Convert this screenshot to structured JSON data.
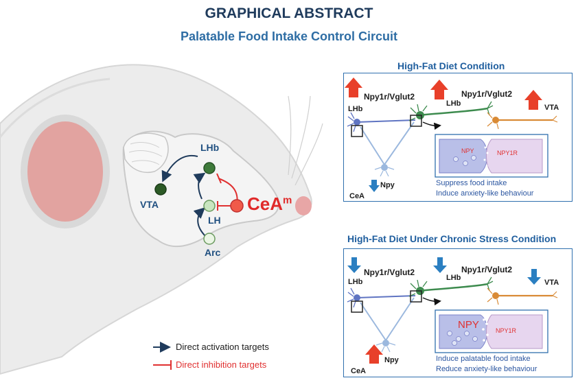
{
  "header": {
    "title": "GRAPHICAL ABSTRACT",
    "subtitle": "Palatable Food Intake Control Circuit"
  },
  "brain": {
    "labels": {
      "lhb": "LHb",
      "vta": "VTA",
      "lh": "LH",
      "arc": "Arc",
      "cea": "CeA",
      "cea_sup": "m"
    }
  },
  "legend": {
    "activation": "Direct activation targets",
    "inhibition": "Direct inhibition targets"
  },
  "panel_top": {
    "title": "High-Fat Diet Condition",
    "npy1r_left": "Npy1r/Vglut2",
    "npy1r_right": "Npy1r/Vglut2",
    "lhb_left": "LHb",
    "lhb_right": "LHb",
    "vta": "VTA",
    "cea": "CeA",
    "npy": "Npy",
    "syn_npy": "NPY",
    "syn_npy1r": "NPY1R",
    "line1": "Suppress food intake",
    "line2": "Induce anxiety-like behaviour"
  },
  "panel_bottom": {
    "title": "High-Fat Diet Under Chronic Stress Condition",
    "npy1r_left": "Npy1r/Vglut2",
    "npy1r_right": "Npy1r/Vglut2",
    "lhb_left": "LHb",
    "lhb_right": "LHb",
    "vta": "VTA",
    "cea": "CeA",
    "npy": "Npy",
    "syn_npy": "NPY",
    "syn_npy1r": "NPY1R",
    "line1": "Induce palatable food intake",
    "line2": "Reduce anxiety-like behaviour"
  },
  "colors": {
    "title": "#1f3b5c",
    "subtitle": "#2e6da4",
    "up_arrow": "#e8402a",
    "down_arrow": "#2b7fc1",
    "activation": "#1f3b5c",
    "inhibition": "#e03030",
    "neuron_blue": "#5f74c2",
    "neuron_green": "#3d8b4e",
    "neuron_orange": "#d98a35",
    "neuron_lightblue": "#9bb8de"
  }
}
